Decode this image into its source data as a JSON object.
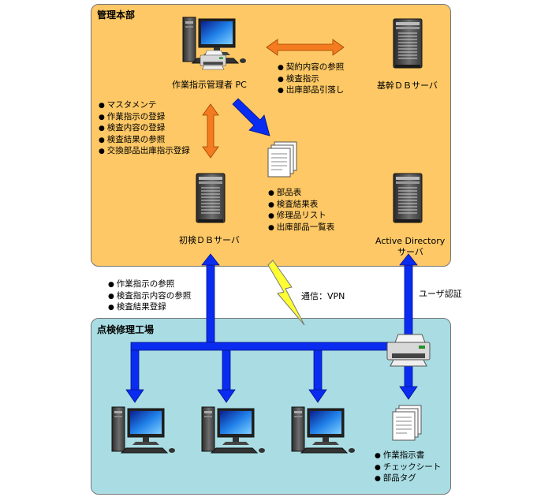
{
  "zones": {
    "hq": "管理本部",
    "factory": "点検修理工場"
  },
  "nodes": {
    "admin_pc": "作業指示管理者 PC",
    "core_db": "基幹ＤＢサーバ",
    "inspection_db": "初検ＤＢサーバ",
    "ad_server_line1": "Active Directory",
    "ad_server_line2": "サーバ"
  },
  "lists": {
    "pc_to_core": [
      "契約内容の参照",
      "検査指示",
      "出庫部品引落し"
    ],
    "pc_to_inspection": [
      "マスタメンテ",
      "作業指示の登録",
      "検査内容の登録",
      "検査結果の参照",
      "交換部品出庫指示登録"
    ],
    "reports": [
      "部品表",
      "検査結果表",
      "修理品リスト",
      "出庫部品一覧表"
    ],
    "factory_to_inspection": [
      "作業指示の参照",
      "検査指示内容の参照",
      "検査結果登録"
    ],
    "printed_docs": [
      "作業指示書",
      "チェックシート",
      "部品タグ"
    ]
  },
  "links": {
    "vpn": "通信：VPN",
    "user_auth": "ユーザ認証"
  },
  "colors": {
    "hq_zone": "#fdc865",
    "factory_zone": "#a9dde3",
    "blue_arrow": "#0a2cf0",
    "orange_arrow": "#f47b20",
    "lightning": "#ffff33"
  },
  "icons": [
    "pc-icon",
    "server-icon",
    "document-icon",
    "printer-icon",
    "lightning-icon"
  ]
}
